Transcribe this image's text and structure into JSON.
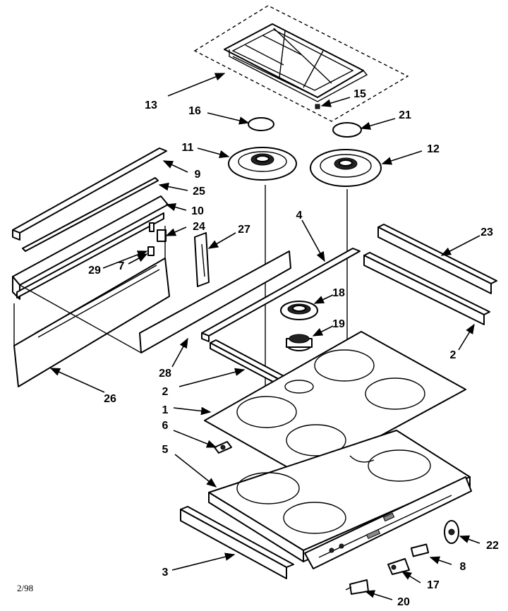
{
  "diagram": {
    "footer_code": "2/98",
    "callouts": {
      "p1": "1",
      "p2a": "2",
      "p2b": "2",
      "p3": "3",
      "p4": "4",
      "p5": "5",
      "p6": "6",
      "p7": "7",
      "p8": "8",
      "p9": "9",
      "p10": "10",
      "p11": "11",
      "p12": "12",
      "p13": "13",
      "p15": "15",
      "p16": "16",
      "p17": "17",
      "p18": "18",
      "p19": "19",
      "p20": "20",
      "p21": "21",
      "p22": "22",
      "p23": "23",
      "p24": "24",
      "p25": "25",
      "p26": "26",
      "p27": "27",
      "p28": "28",
      "p29": "29"
    }
  }
}
